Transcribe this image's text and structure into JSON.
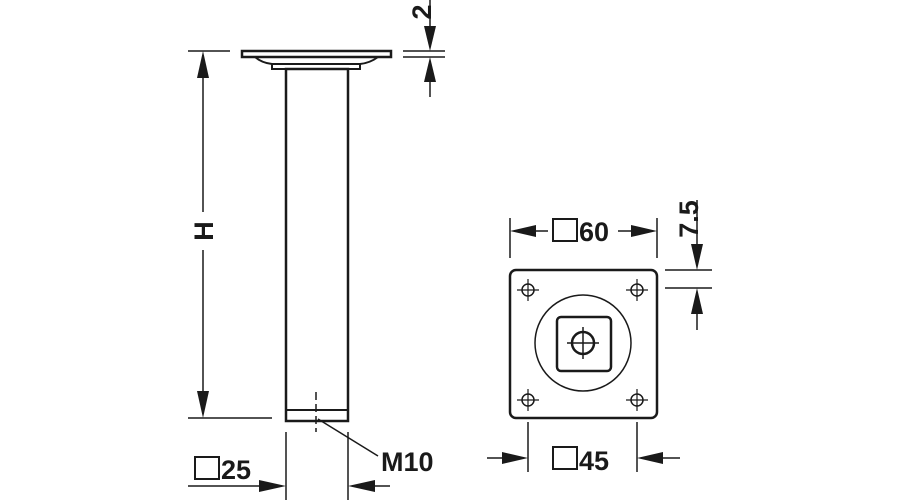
{
  "title": "Furniture leg dimension drawing",
  "labels": {
    "height": "H",
    "plate_thickness": "2",
    "thread": "M10",
    "tube_size": "25",
    "plate_size": "60",
    "hole_spacing": "45",
    "hole_offset": "7.5"
  },
  "colors": {
    "line": "#1a1a1a",
    "background": "#ffffff"
  }
}
